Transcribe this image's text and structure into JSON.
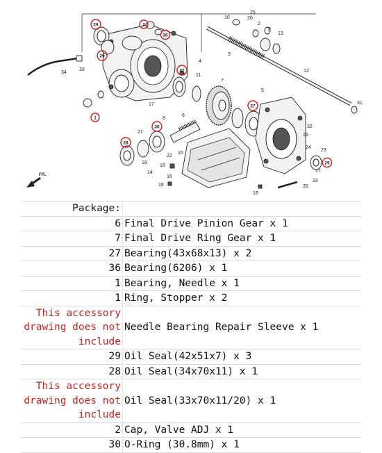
{
  "diagram": {
    "fr_label": "FR.",
    "plain_labels": [
      {
        "id": "34",
        "text": "34"
      },
      {
        "id": "33a",
        "text": "33"
      },
      {
        "id": "4",
        "text": "4"
      },
      {
        "id": "11",
        "text": "11"
      },
      {
        "id": "7",
        "text": "7"
      },
      {
        "id": "17a",
        "text": "17"
      },
      {
        "id": "8",
        "text": "8"
      },
      {
        "id": "6",
        "text": "6"
      },
      {
        "id": "21",
        "text": "21"
      },
      {
        "id": "19",
        "text": "19"
      },
      {
        "id": "22",
        "text": "22"
      },
      {
        "id": "16a",
        "text": "16"
      },
      {
        "id": "18a",
        "text": "18"
      },
      {
        "id": "14",
        "text": "14"
      },
      {
        "id": "16b",
        "text": "16"
      },
      {
        "id": "18b",
        "text": "18"
      },
      {
        "id": "10",
        "text": "10"
      },
      {
        "id": "26",
        "text": "26"
      },
      {
        "id": "25",
        "text": "25"
      },
      {
        "id": "2",
        "text": "2"
      },
      {
        "id": "9",
        "text": "9"
      },
      {
        "id": "13",
        "text": "13"
      },
      {
        "id": "3",
        "text": "3"
      },
      {
        "id": "12",
        "text": "12"
      },
      {
        "id": "31",
        "text": "31"
      },
      {
        "id": "5",
        "text": "5"
      },
      {
        "id": "32",
        "text": "32"
      },
      {
        "id": "15",
        "text": "15"
      },
      {
        "id": "23",
        "text": "23"
      },
      {
        "id": "24",
        "text": "24"
      },
      {
        "id": "17b",
        "text": "17"
      },
      {
        "id": "18c",
        "text": "18"
      },
      {
        "id": "33b",
        "text": "33"
      },
      {
        "id": "35",
        "text": "35"
      }
    ],
    "circled_labels": [
      {
        "id": "c29a",
        "text": "29"
      },
      {
        "id": "c2",
        "text": "2"
      },
      {
        "id": "c30",
        "text": "30"
      },
      {
        "id": "c29b",
        "text": "29"
      },
      {
        "id": "c27a",
        "text": "27"
      },
      {
        "id": "c1",
        "text": "1"
      },
      {
        "id": "c36",
        "text": "36"
      },
      {
        "id": "c28",
        "text": "28"
      },
      {
        "id": "c27b",
        "text": "27"
      },
      {
        "id": "c20",
        "text": "29"
      }
    ]
  },
  "package": {
    "header": "Package:",
    "rows": [
      {
        "qty": "6",
        "desc": "Final Drive Pinion Gear x 1"
      },
      {
        "qty": "7",
        "desc": "Final Drive Ring Gear x 1"
      },
      {
        "qty": "27",
        "desc": "Bearing(43x68x13) x 2"
      },
      {
        "qty": "36",
        "desc": "Bearing(6206) x 1"
      },
      {
        "qty": "1",
        "desc": "Bearing, Needle x 1"
      },
      {
        "qty": "1",
        "desc": "Ring, Stopper x 2"
      },
      {
        "qty": "This accessory drawing does not include",
        "desc": "Needle Bearing Repair Sleeve x 1",
        "note": true
      },
      {
        "qty": "29",
        "desc": "Oil Seal(42x51x7) x 3"
      },
      {
        "qty": "28",
        "desc": "Oil Seal(34x70x11) x 1"
      },
      {
        "qty": "This accessory drawing does not include",
        "desc": "Oil Seal(33x70x11/20) x 1",
        "note": true
      },
      {
        "qty": "2",
        "desc": "Cap, Valve ADJ x 1"
      },
      {
        "qty": "30",
        "desc": "O-Ring (30.8mm) x 1"
      }
    ]
  }
}
